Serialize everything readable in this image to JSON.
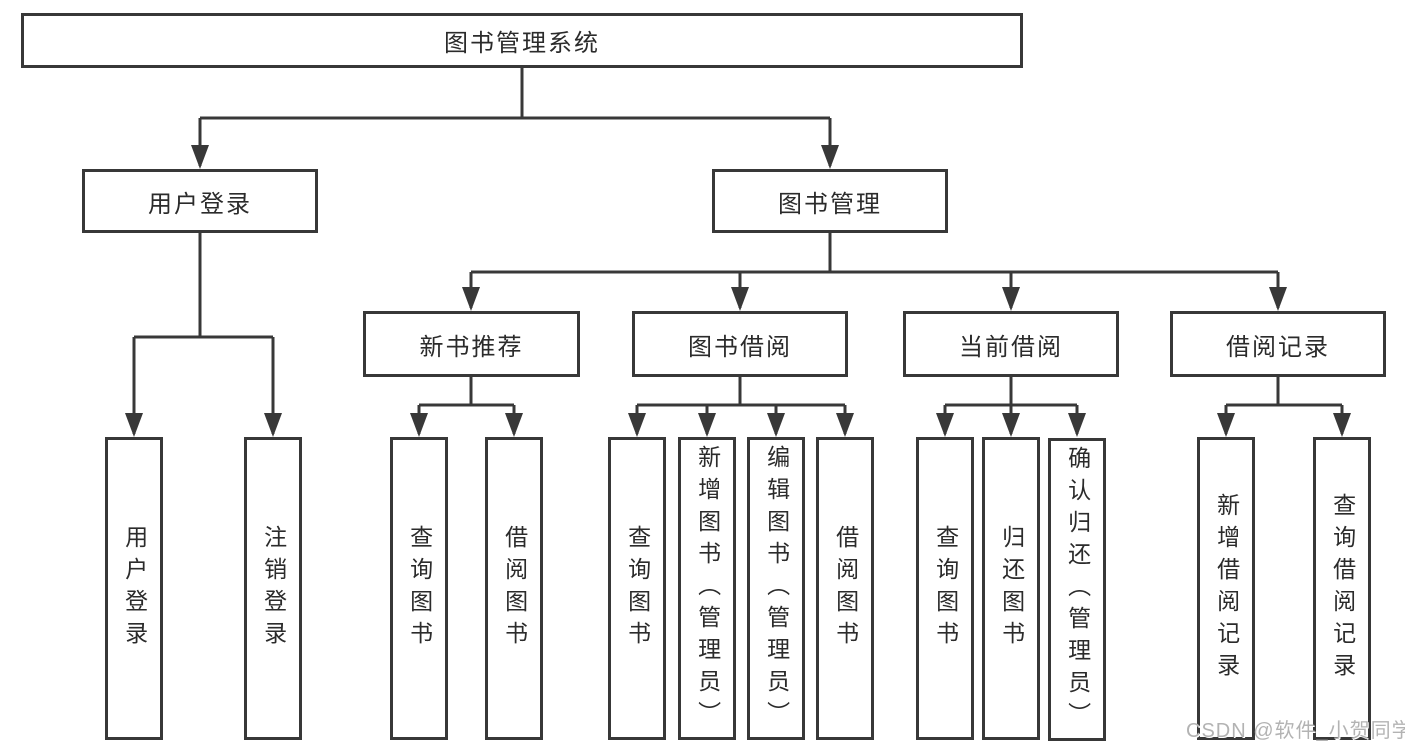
{
  "diagram": {
    "root": {
      "label": "图书管理系统"
    },
    "level2": {
      "user_login": {
        "label": "用户登录"
      },
      "book_management": {
        "label": "图书管理"
      }
    },
    "level3": {
      "new_book_recommend": {
        "label": "新书推荐"
      },
      "book_borrowing": {
        "label": "图书借阅"
      },
      "current_borrowing": {
        "label": "当前借阅"
      },
      "borrowing_records": {
        "label": "借阅记录"
      }
    },
    "leaves": {
      "user_login": {
        "label": "用户登录"
      },
      "logout": {
        "label": "注销登录"
      },
      "nbr_query": {
        "label": "查询图书"
      },
      "nbr_borrow": {
        "label": "借阅图书"
      },
      "bb_query": {
        "label": "查询图书"
      },
      "bb_add": {
        "label": "新增图书（管理员）"
      },
      "bb_edit": {
        "label": "编辑图书（管理员）"
      },
      "bb_borrow": {
        "label": "借阅图书"
      },
      "cb_query": {
        "label": "查询图书"
      },
      "cb_return": {
        "label": "归还图书"
      },
      "cb_confirm": {
        "label": "确认归还（管理员）"
      },
      "br_add": {
        "label": "新增借阅记录"
      },
      "br_query": {
        "label": "查询借阅记录"
      }
    }
  },
  "watermark": {
    "text": "CSDN @软件_小贺同学"
  },
  "colors": {
    "line": "#383838",
    "box_border": "#383838",
    "text": "#2b2b2b",
    "watermark": "#b3b3b3",
    "background": "#ffffff"
  }
}
